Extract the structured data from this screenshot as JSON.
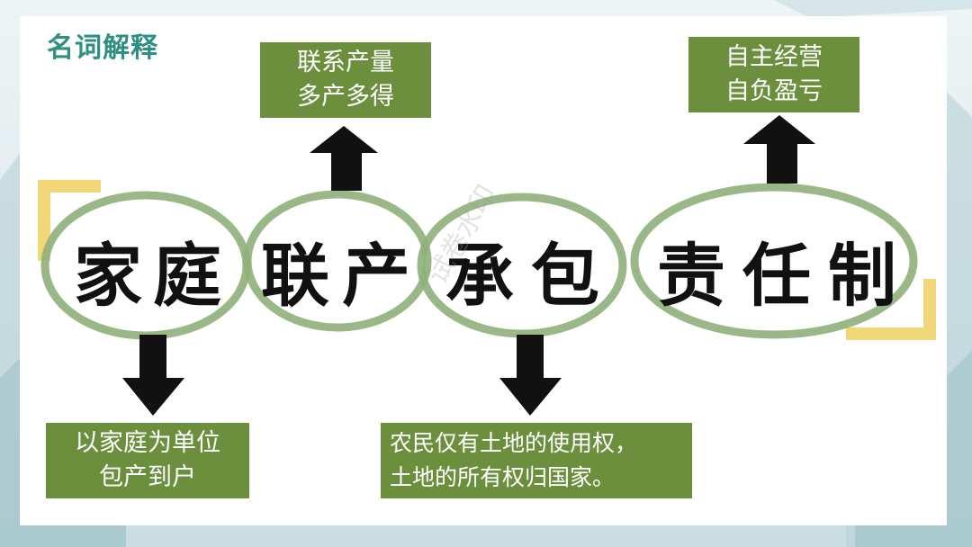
{
  "title": "名词解释",
  "term_chars": [
    "家",
    "庭",
    "联",
    "产",
    "承",
    "包",
    "责",
    "任",
    "制"
  ],
  "boxes": {
    "top_left": {
      "line1": "联系产量",
      "line2": "多产多得"
    },
    "top_right": {
      "line1": "自主经营",
      "line2": "自负盈亏"
    },
    "bottom_left": {
      "line1": "以家庭为单位",
      "line2": "包产到户"
    },
    "bottom_center": {
      "line1": "农民仅有土地的使用权，",
      "line2": "土地的所有权归国家。"
    }
  },
  "watermark": "试卷水印",
  "colors": {
    "box_fill": "#6b8f3c",
    "title": "#2f8f80",
    "circle_stroke": "#8fb07a",
    "arrow": "#111111",
    "corner_gold": "#f2d77a"
  }
}
